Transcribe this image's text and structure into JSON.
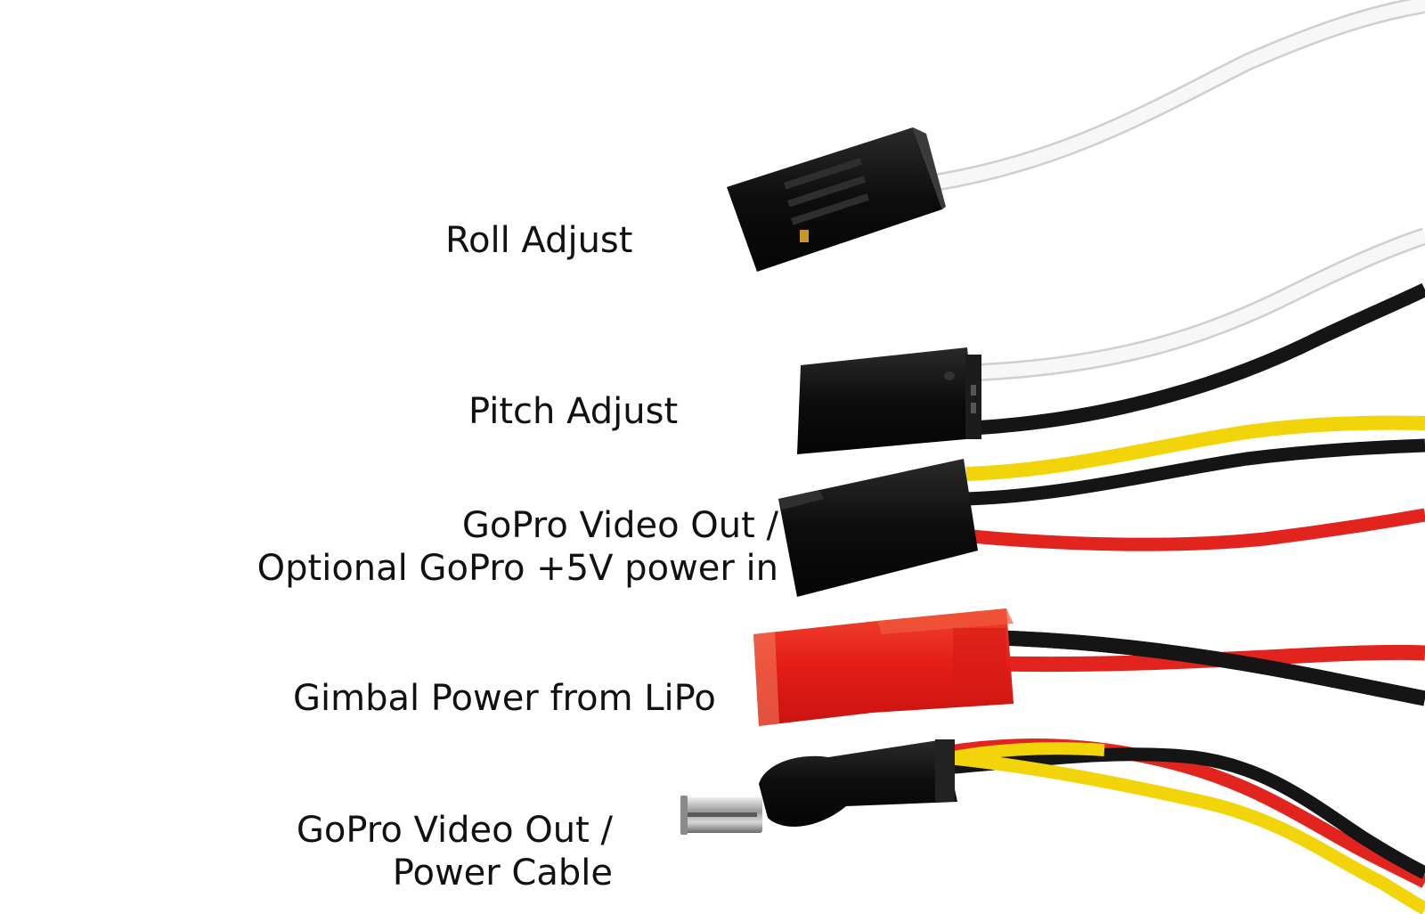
{
  "labels": {
    "roll_adjust": "Roll Adjust",
    "pitch_adjust": "Pitch Adjust",
    "gopro_video_out": {
      "line1": "GoPro Video Out /",
      "line2": "Optional GoPro +5V power in"
    },
    "gimbal_power": "Gimbal Power from LiPo",
    "gopro_cable": {
      "line1": "GoPro Video Out /",
      "line2": "Power Cable"
    }
  },
  "colors": {
    "background": "#ffffff",
    "connector_black": "#111111",
    "connector_red": "#e8201e",
    "wire_white": "#f4f4f4",
    "wire_black": "#141414",
    "wire_yellow": "#f2d40a",
    "wire_red": "#e2241e",
    "metal": "#b8b8b8"
  }
}
